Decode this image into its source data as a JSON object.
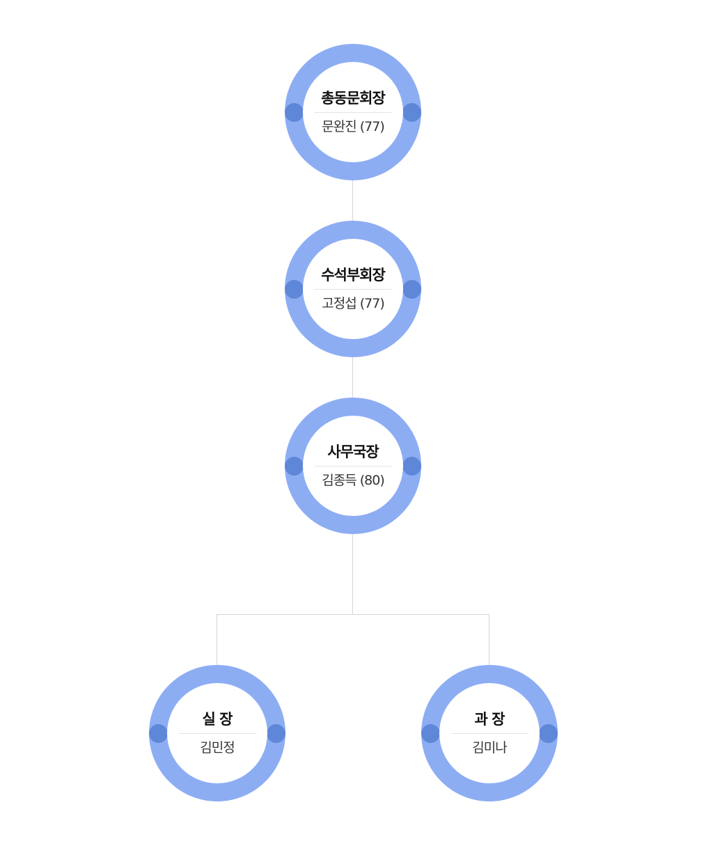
{
  "org_chart": {
    "nodes": [
      {
        "role": "총동문회장",
        "name": "문완진 (77)"
      },
      {
        "role": "수석부회장",
        "name": "고정섭 (77)"
      },
      {
        "role": "사무국장",
        "name": "김종득 (80)"
      },
      {
        "role": "실 장",
        "name": "김민정"
      },
      {
        "role": "과 장",
        "name": "김미나"
      }
    ]
  },
  "colors": {
    "ring": "#8dadf3",
    "dot": "#5f87d8",
    "connector": "#d5d5d5"
  }
}
